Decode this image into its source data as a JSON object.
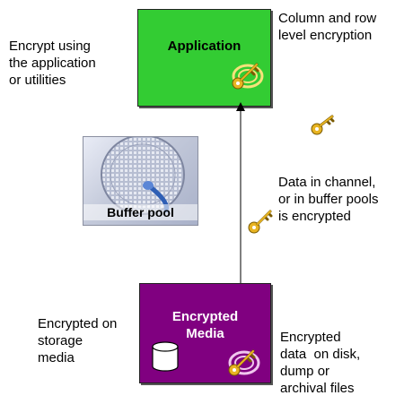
{
  "labels": {
    "encrypt_app_utils": [
      "Encrypt using",
      "the application",
      "or utilities"
    ],
    "column_row": [
      "Column and row",
      "level encryption"
    ],
    "data_channel": [
      "Data in channel,",
      "or in buffer pools",
      "is encrypted"
    ],
    "encrypted_on_storage": [
      "Encrypted on",
      "storage",
      "media"
    ],
    "encrypted_data_disk": [
      "Encrypted",
      "data  on disk,",
      "dump or",
      "archival files"
    ]
  },
  "boxes": {
    "application": {
      "title": "Application",
      "color": "#33cc33"
    },
    "encrypted_media": {
      "title_lines": [
        "Encrypted",
        "Media"
      ],
      "color": "#800080"
    },
    "buffer_pool": {
      "label": "Buffer pool"
    }
  },
  "icons": [
    "key-icon",
    "lock-key-icon",
    "database-icon",
    "arrow-up-icon"
  ],
  "colors": {
    "key_gold": "#e8b422",
    "arrow": "#000000"
  }
}
